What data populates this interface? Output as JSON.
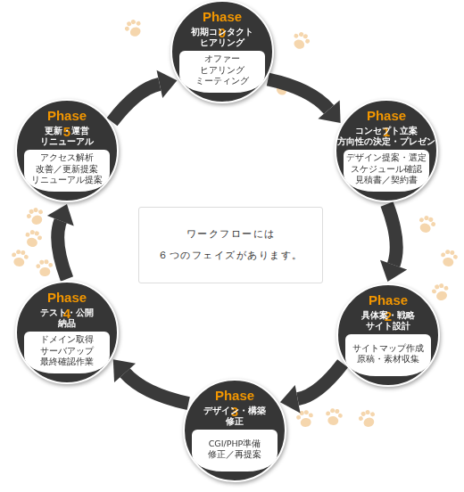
{
  "diagram": {
    "nodes": [
      {
        "text": [
          "Phase 0",
          "初期コンタクト ヒアリング",
          "オファー ヒアリング ミーティング"
        ]
      },
      {
        "text": [
          "Phase 1",
          "コンセプト立案 方向性の決定・プレゼン",
          "デザイン提案・選定 スケジュール確認 見積書／契約書"
        ]
      },
      {
        "text": [
          "Phase 2",
          "具体案・戦略 サイト設計",
          "サイトマップ作成 原稿・素材収集"
        ]
      },
      {
        "text": [
          "Phase 3",
          "デザイン・構築 修正",
          "CGI/PHP準備 修正／再提案"
        ]
      },
      {
        "text": [
          "Phase 4",
          "テスト・公開 納品",
          "ドメイン取得 サーバアップ 最終確認作業"
        ]
      },
      {
        "text": [
          "Phase 5",
          "更新・運営 リニューアル",
          "アクセス解析 改善／更新提案 リニューアル提案"
        ]
      },
      {
        "text": [
          "ワークフローには ６つのフェイズがあります。"
        ]
      }
    ],
    "edges": [
      {
        "from": 0,
        "to": 1,
        "arrow": "to"
      },
      {
        "from": 1,
        "to": 2,
        "arrow": "to"
      },
      {
        "from": 2,
        "to": 3,
        "arrow": "to"
      },
      {
        "from": 3,
        "to": 4,
        "arrow": "to"
      },
      {
        "from": 4,
        "to": 5,
        "arrow": "to"
      },
      {
        "from": 5,
        "to": 0,
        "arrow": "to"
      }
    ]
  }
}
